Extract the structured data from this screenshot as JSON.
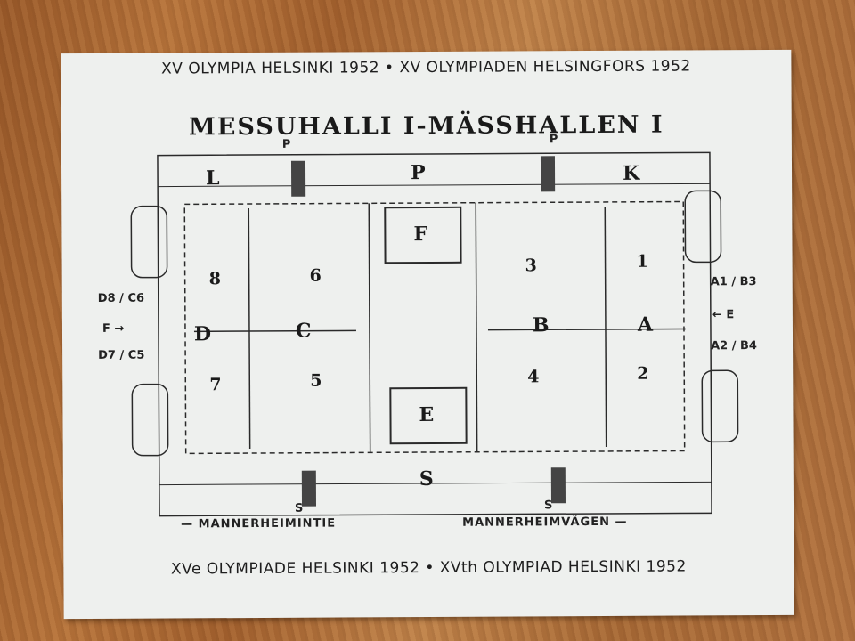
{
  "ticket": {
    "header": "XV OLYMPIA HELSINKI 1952 • XV OLYMPIADEN HELSINGFORS 1952",
    "title": "MESSUHALLI I-MÄSSHALLEN I",
    "footer": "XVe OLYMPIADE HELSINKI 1952 • XVth OLYMPIAD HELSINKI 1952",
    "sections": {
      "L": "L",
      "P": "P",
      "K": "K",
      "F": "F",
      "E": "E",
      "S": "S",
      "A": "A",
      "B": "B",
      "C": "C",
      "D": "D"
    },
    "entrances": {
      "n1": "1",
      "n2": "2",
      "n3": "3",
      "n4": "4",
      "n5": "5",
      "n6": "6",
      "n7": "7",
      "n8": "8"
    },
    "left_legend": {
      "top": "D8 / C6",
      "mid": "F →",
      "bottom": "D7 / C5"
    },
    "right_legend": {
      "top": "A1 / B3",
      "mid": "← E",
      "bottom": "A2 / B4"
    },
    "markers": {
      "p1": "P",
      "p2": "P",
      "s1": "S",
      "s2": "S"
    },
    "streets": {
      "fi": "— MANNERHEIMINTIE",
      "sv": "MANNERHEIMVÄGEN —"
    }
  }
}
